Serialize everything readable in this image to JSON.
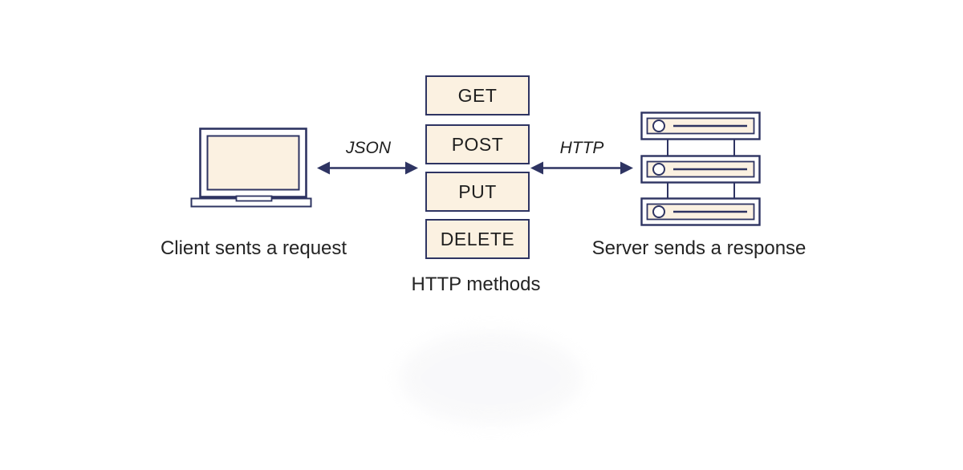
{
  "colors": {
    "navy": "#2e3462",
    "cream": "#fbf1e1",
    "ink": "#1f1f1f",
    "background": "#ffffff"
  },
  "client": {
    "caption": "Client sents a request"
  },
  "http_methods": {
    "caption": "HTTP methods",
    "items": [
      {
        "label": "GET"
      },
      {
        "label": "POST"
      },
      {
        "label": "PUT"
      },
      {
        "label": "DELETE"
      }
    ]
  },
  "server": {
    "caption": "Server sends a response"
  },
  "links": {
    "client_to_methods": {
      "label": "JSON"
    },
    "methods_to_server": {
      "label": "HTTP"
    }
  }
}
